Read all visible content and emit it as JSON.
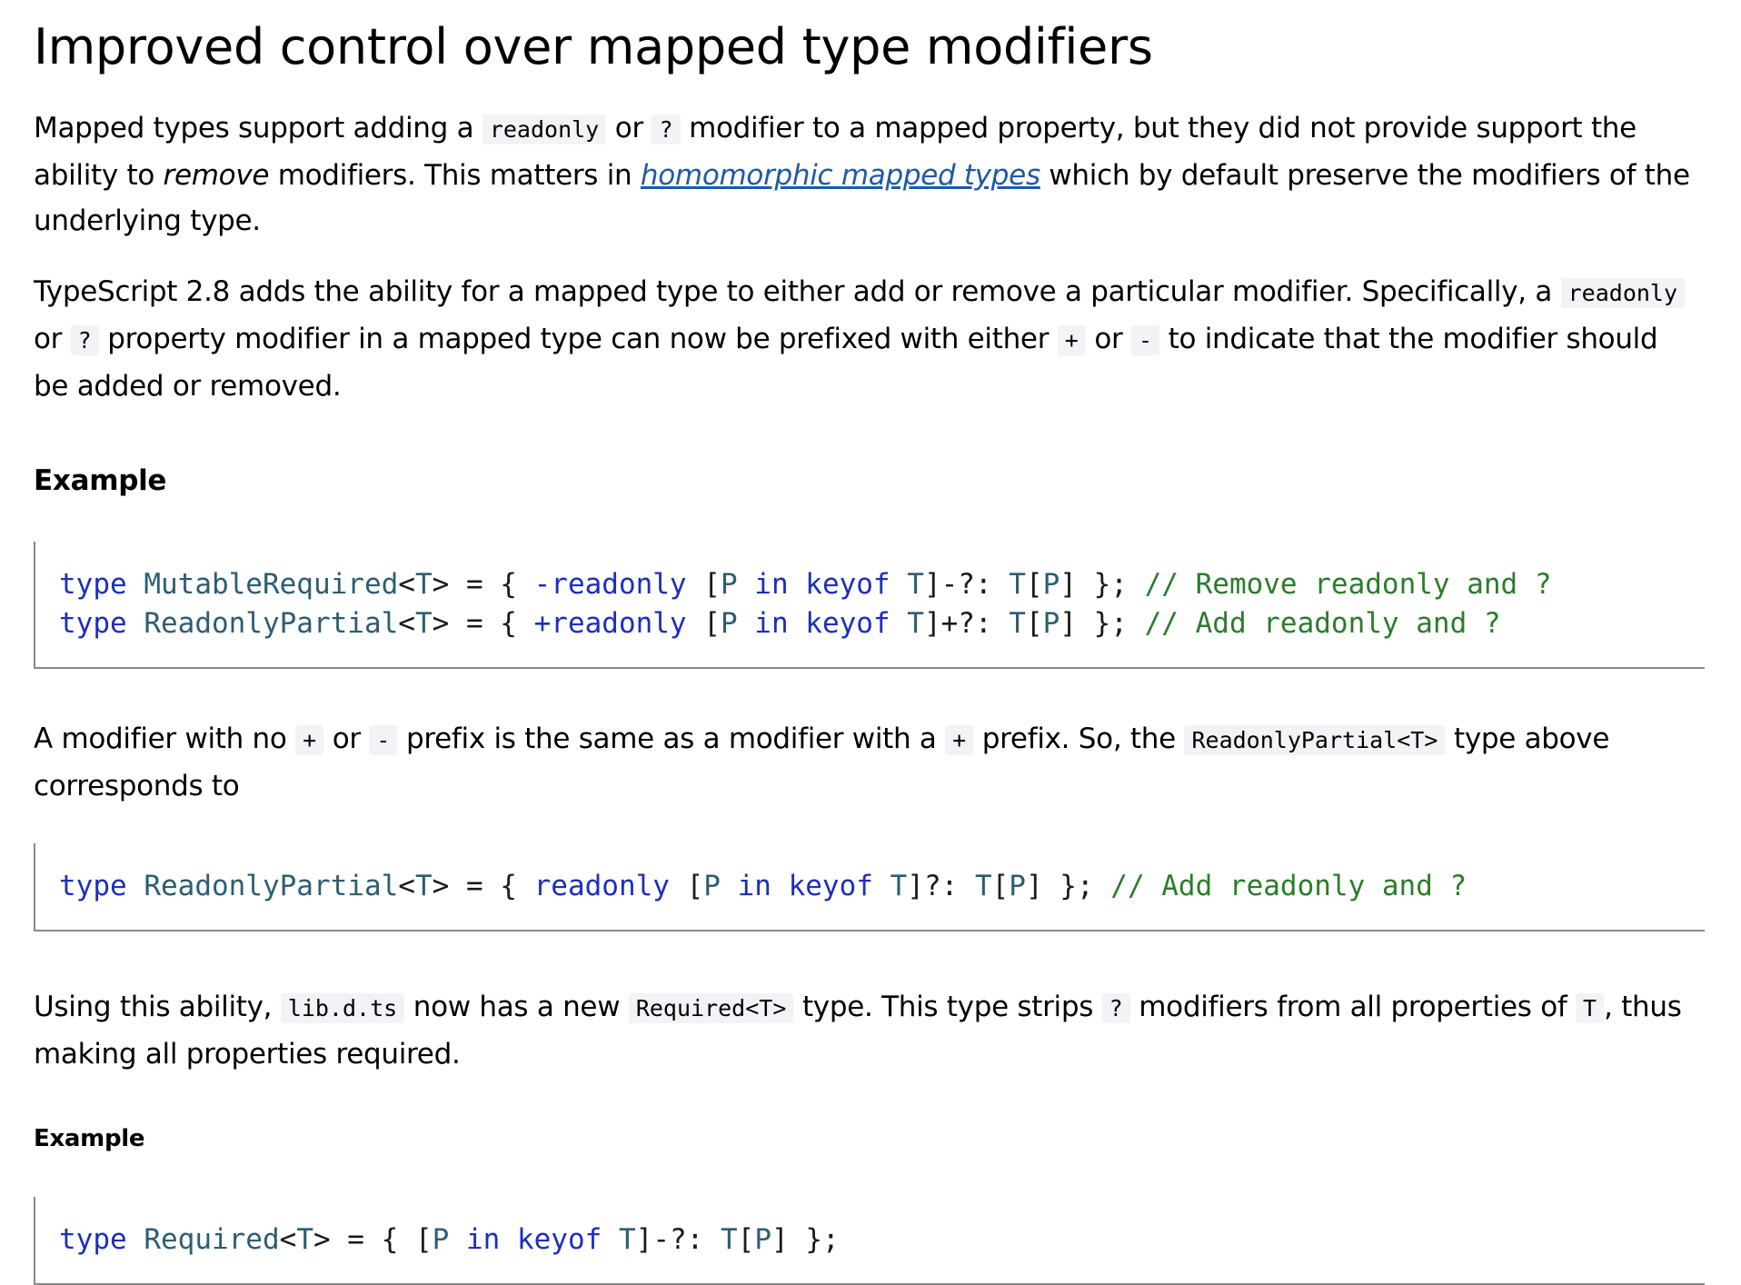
{
  "article": {
    "title": "Improved control over mapped type modifiers",
    "para1": {
      "t1": "Mapped types support adding a ",
      "c1": "readonly",
      "t2": " or ",
      "c2": "?",
      "t3": " modifier to a mapped property, but they did not provide support the ability to ",
      "em": "remove",
      "t4": " modifiers. This matters in ",
      "link": "homomorphic mapped types",
      "t5": " which by default preserve the modifiers of the underlying type."
    },
    "para2": {
      "t1": "TypeScript 2.8 adds the ability for a mapped type to either add or remove a particular modifier. Specifically, a ",
      "c1": "readonly",
      "t2": " or ",
      "c2": "?",
      "t3": " property modifier in a mapped type can now be prefixed with either ",
      "c3": "+",
      "t4": " or ",
      "c4": "-",
      "t5": " to indicate that the modifier should be added or removed."
    },
    "example1_heading": "Example",
    "code1": {
      "line1": {
        "kw_type": "type",
        "name": "MutableRequired",
        "generic": "<",
        "tparam": "T",
        "after_generic": "> = { ",
        "modifier": "-readonly",
        "open": " [",
        "p": "P",
        "in": "in",
        "keyof": "keyof",
        "t": "T",
        "close": "]-?: ",
        "t2": "T",
        "index_open": "[",
        "p2": "P",
        "end": "] }; ",
        "comment": "// Remove readonly and ?"
      },
      "line2": {
        "kw_type": "type",
        "name": "ReadonlyPartial",
        "generic": "<",
        "tparam": "T",
        "after_generic": "> = { ",
        "modifier": "+readonly",
        "open": " [",
        "p": "P",
        "in": "in",
        "keyof": "keyof",
        "t": "T",
        "close": "]+?: ",
        "t2": "T",
        "index_open": "[",
        "p2": "P",
        "end": "] }; ",
        "comment": "// Add readonly and ?"
      }
    },
    "para3": {
      "t1": "A modifier with no ",
      "c1": "+",
      "t2": " or ",
      "c2": "-",
      "t3": " prefix is the same as a modifier with a ",
      "c3": "+",
      "t4": " prefix. So, the ",
      "c4": "ReadonlyPartial<T>",
      "t5": " type above corresponds to"
    },
    "code2": {
      "kw_type": "type",
      "name": "ReadonlyPartial",
      "generic": "<",
      "tparam": "T",
      "after_generic": "> = { ",
      "modifier": "readonly",
      "open": " [",
      "p": "P",
      "in": "in",
      "keyof": "keyof",
      "t": "T",
      "close": "]?: ",
      "t2": "T",
      "index_open": "[",
      "p2": "P",
      "end": "] }; ",
      "comment": "// Add readonly and ?"
    },
    "para4": {
      "t1": "Using this ability, ",
      "c1": "lib.d.ts",
      "t2": " now has a new ",
      "c2": "Required<T>",
      "t3": " type. This type strips ",
      "c3": "?",
      "t4": " modifiers from all properties of ",
      "c4": "T",
      "t5": ", thus making all properties required."
    },
    "example2_heading": "Example",
    "code3": {
      "kw_type": "type",
      "name": "Required",
      "generic": "<",
      "tparam": "T",
      "after_generic": "> = { [",
      "p": "P",
      "in": "in",
      "keyof": "keyof",
      "t": "T",
      "close": "]-?: ",
      "t2": "T",
      "index_open": "[",
      "p2": "P",
      "end": "] };"
    }
  },
  "colors": {
    "keyword": "#1d2ebe",
    "type_name": "#2c5d73",
    "comment": "#2a7d2a",
    "link": "#1d5aa6",
    "inline_code_bg": "#f1f3f7"
  }
}
